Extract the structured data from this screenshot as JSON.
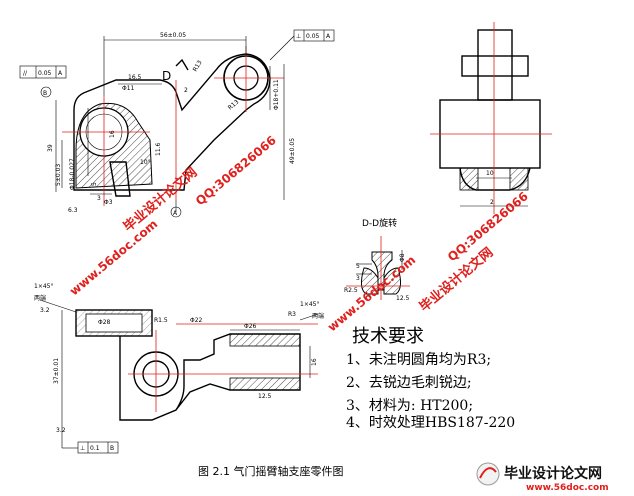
{
  "caption": "图 2.1   气门摇臂轴支座零件图",
  "views": {
    "front": {
      "dims": [
        "56±0.05",
        "16.5",
        "Φ11",
        "R13",
        "R13",
        "39",
        "5±0.03",
        "Φ18-0.027",
        "49±0.05",
        "3",
        "16",
        "10°",
        "5",
        "11.6",
        "Φ3",
        "6.3",
        "2",
        "Φ18+0.11",
        "B",
        "A",
        "D"
      ],
      "tolerances": [
        {
          "sym": "//",
          "val": "0.05",
          "ref": "A"
        },
        {
          "sym": "⊥",
          "val": "0.05",
          "ref": "A"
        }
      ]
    },
    "side": {
      "dims": [
        "10",
        "2"
      ]
    },
    "section": {
      "title": "D-D旋转",
      "dims": [
        "5",
        "3",
        "Φ8",
        "R2.5",
        "12.5"
      ]
    },
    "bottom": {
      "dims": [
        "1×45°",
        "两端",
        "3.2",
        "37±0.01",
        "Φ28",
        "R1.5",
        "Φ22",
        "Φ26",
        "R3",
        "12.5",
        "1×45°",
        "两端",
        "16",
        "3.2"
      ],
      "tolerance": {
        "sym": "⊥",
        "val": "0.1",
        "ref": "B"
      }
    }
  },
  "requirements": {
    "title": "技术要求",
    "items": [
      "1、未注明圆角均为R3;",
      "2、去锐边毛刺锐边;",
      "3、材料为: HT200;",
      "4、时效处理HBS187-220"
    ]
  },
  "watermarks": {
    "site_cn": "毕业设计论文网",
    "qq": "QQ:306826066",
    "url": "www.56doc.com",
    "logo_cn": "毕业设计论文网",
    "logo_url": "www.56doc.com"
  },
  "colors": {
    "watermark": "#e0201c",
    "line": "#000000"
  }
}
